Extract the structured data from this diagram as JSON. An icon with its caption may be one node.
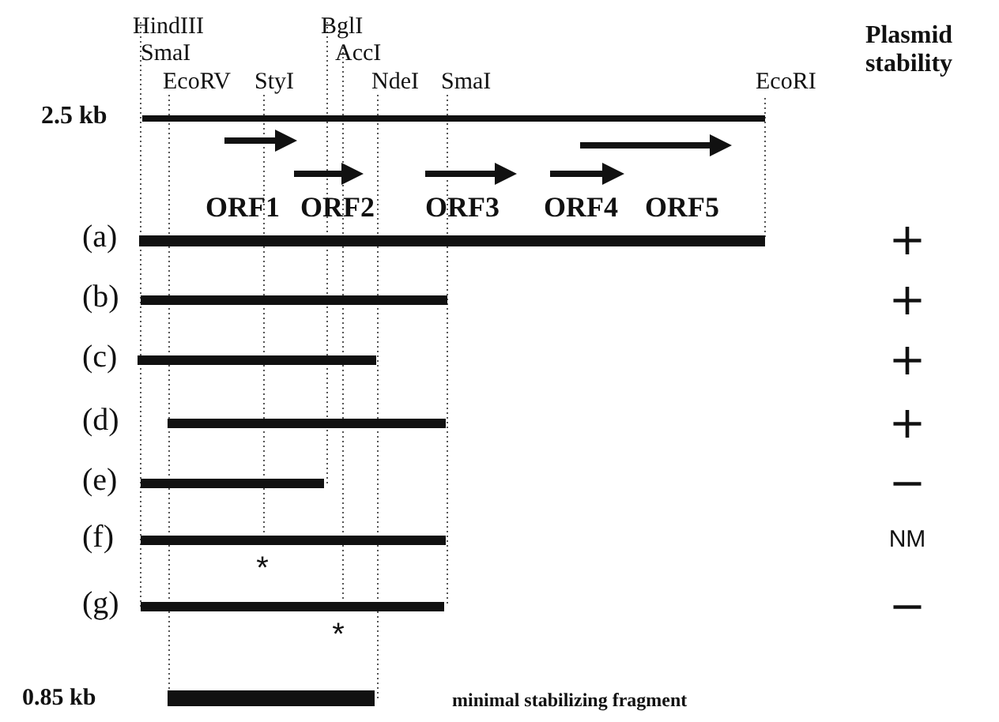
{
  "diagram": {
    "labels": [
      "HindIII",
      "SmaI",
      "EcoRV",
      "StyI",
      "BglI",
      "AccI",
      "NdeI",
      "SmaI",
      "EcoRI",
      "Plasmid stability",
      "2.5 kb",
      "ORF1",
      "ORF2",
      "ORF3",
      "ORF4",
      "ORF5",
      "(a)",
      "+",
      "(b)",
      "+",
      "(c)",
      "+",
      "(d)",
      "+",
      "(e)",
      "−",
      "(f)",
      "NM",
      "*",
      "(g)",
      "−",
      "*",
      "0.85 kb",
      "minimal stabilizing fragment"
    ]
  }
}
